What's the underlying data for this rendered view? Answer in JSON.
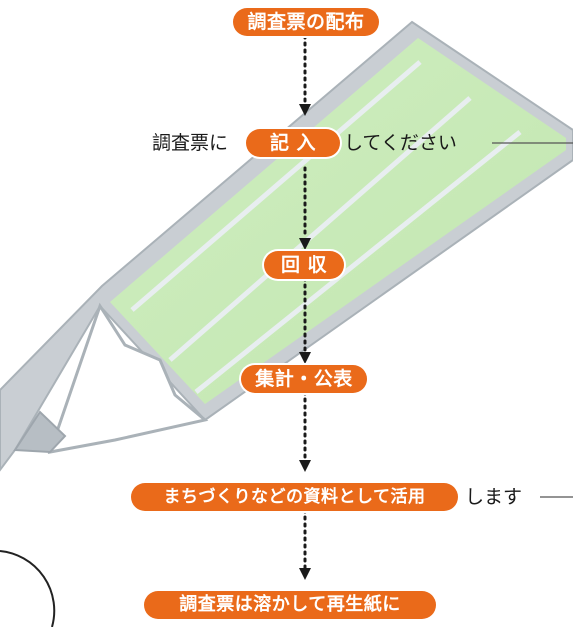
{
  "colors": {
    "accent_orange": "#ea6a1a",
    "pencil_fill": "#d4eec1",
    "pencil_outline": "#b0b8be",
    "text": "#1a1a1a"
  },
  "flow": {
    "step1": "調査票の配布",
    "step2_prefix": "調査票に",
    "step2_badge": "記 入",
    "step2_suffix": "してください",
    "step3": "回 収",
    "step4": "集計・公表",
    "step5_badge": "まちづくりなどの資料として活用",
    "step5_suffix": "します",
    "step6": "調査票は溶かして再生紙に"
  },
  "icons": {
    "background": "pencil-illustration",
    "connector": "dotted-arrow-down-icon"
  }
}
